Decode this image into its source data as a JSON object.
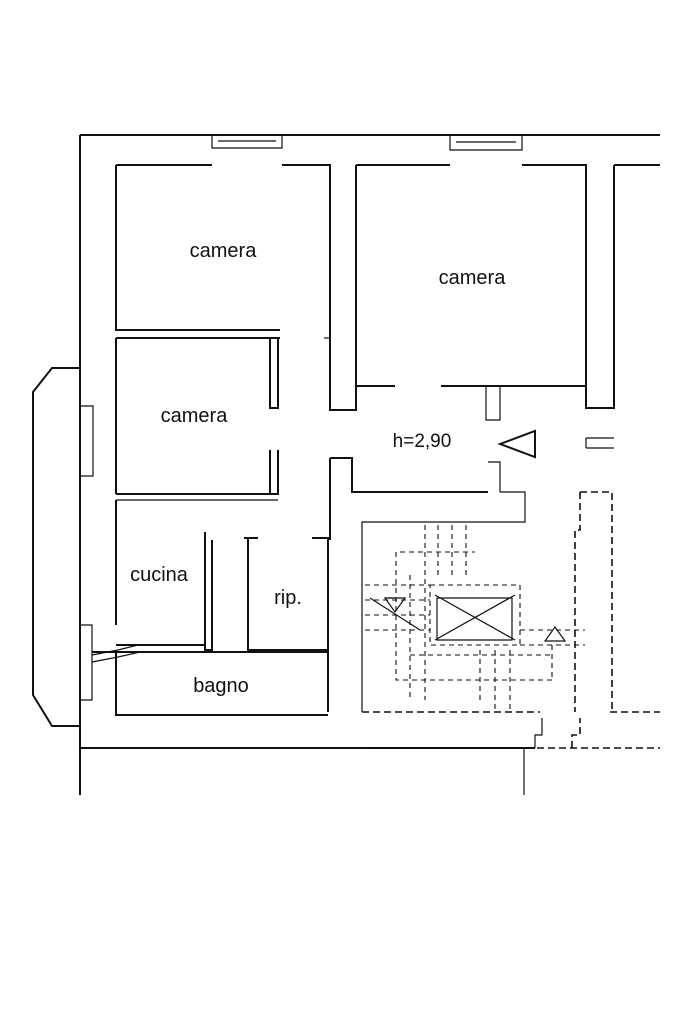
{
  "rooms": {
    "camera_top_left": "camera",
    "camera_top_right": "camera",
    "camera_middle": "camera",
    "cucina": "cucina",
    "ripostiglio": "rip.",
    "bagno": "bagno"
  },
  "ceiling_height": "h=2,90",
  "colors": {
    "line": "#111111",
    "background": "#ffffff"
  }
}
